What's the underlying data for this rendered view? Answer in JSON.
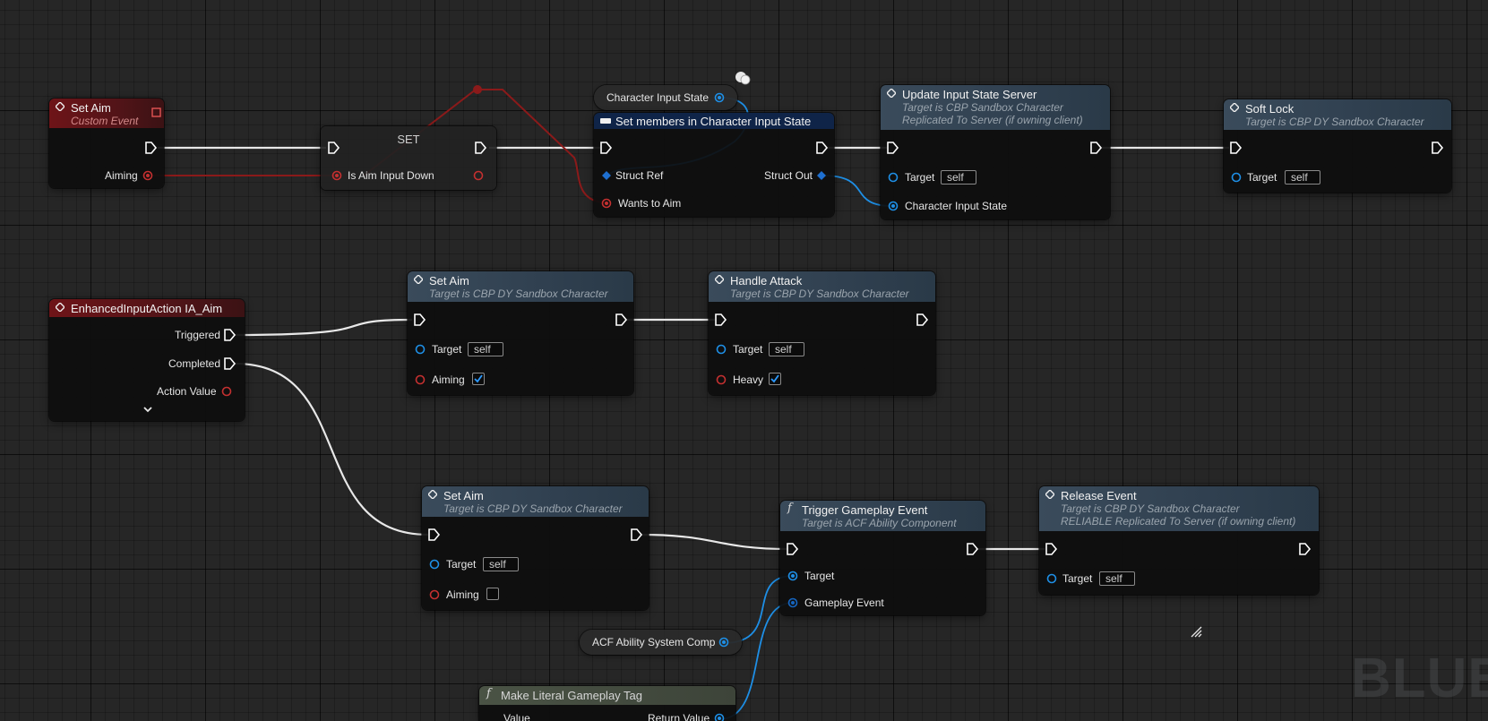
{
  "graph": {
    "watermark": "BLUEF"
  },
  "colors": {
    "exec": "#ffffff",
    "bool": "#8b1a1a",
    "object": "#1e8fe6",
    "struct": "#1565c0",
    "event_header": "#6e1418",
    "function_header": "#3a4b5b"
  },
  "nodes": {
    "set_aim_event": {
      "title": "Set Aim",
      "subtitle": "Custom Event",
      "pin_aiming": "Aiming"
    },
    "set_var": {
      "title": "SET",
      "pin_label": "Is Aim Input Down"
    },
    "char_input_state_var": {
      "label": "Character Input State"
    },
    "set_members": {
      "title": "Set members in Character Input State",
      "struct_ref": "Struct Ref",
      "struct_out": "Struct Out",
      "wants_to_aim": "Wants to Aim"
    },
    "update_input_state_server": {
      "title": "Update Input State Server",
      "subtitle_1": "Target is CBP Sandbox Character",
      "subtitle_2": "Replicated To Server (if owning client)",
      "target_label": "Target",
      "target_value": "self",
      "pin_state": "Character Input State"
    },
    "soft_lock": {
      "title": "Soft Lock",
      "subtitle": "Target is CBP DY Sandbox Character",
      "target_label": "Target",
      "target_value": "self"
    },
    "enhanced_input_action": {
      "title": "EnhancedInputAction IA_Aim",
      "triggered": "Triggered",
      "completed": "Completed",
      "action_value": "Action Value"
    },
    "set_aim_call_1": {
      "title": "Set Aim",
      "subtitle": "Target is CBP DY Sandbox Character",
      "target_label": "Target",
      "target_value": "self",
      "aiming_label": "Aiming",
      "aiming_checked": true
    },
    "handle_attack": {
      "title": "Handle Attack",
      "subtitle": "Target is CBP DY Sandbox Character",
      "target_label": "Target",
      "target_value": "self",
      "heavy_label": "Heavy",
      "heavy_checked": true
    },
    "set_aim_call_2": {
      "title": "Set Aim",
      "subtitle": "Target is CBP DY Sandbox Character",
      "target_label": "Target",
      "target_value": "self",
      "aiming_label": "Aiming",
      "aiming_checked": false
    },
    "trigger_gameplay_event": {
      "title": "Trigger Gameplay Event",
      "subtitle": "Target is ACF Ability Component",
      "target_label": "Target",
      "event_label": "Gameplay Event"
    },
    "release_event": {
      "title": "Release Event",
      "subtitle_1": "Target is CBP DY Sandbox Character",
      "subtitle_2": "RELIABLE Replicated To Server (if owning client)",
      "target_label": "Target",
      "target_value": "self"
    },
    "acf_var": {
      "label": "ACF Ability System Comp"
    },
    "make_literal_tag": {
      "title": "Make Literal Gameplay Tag",
      "value_label": "Value",
      "return_label": "Return Value"
    }
  }
}
